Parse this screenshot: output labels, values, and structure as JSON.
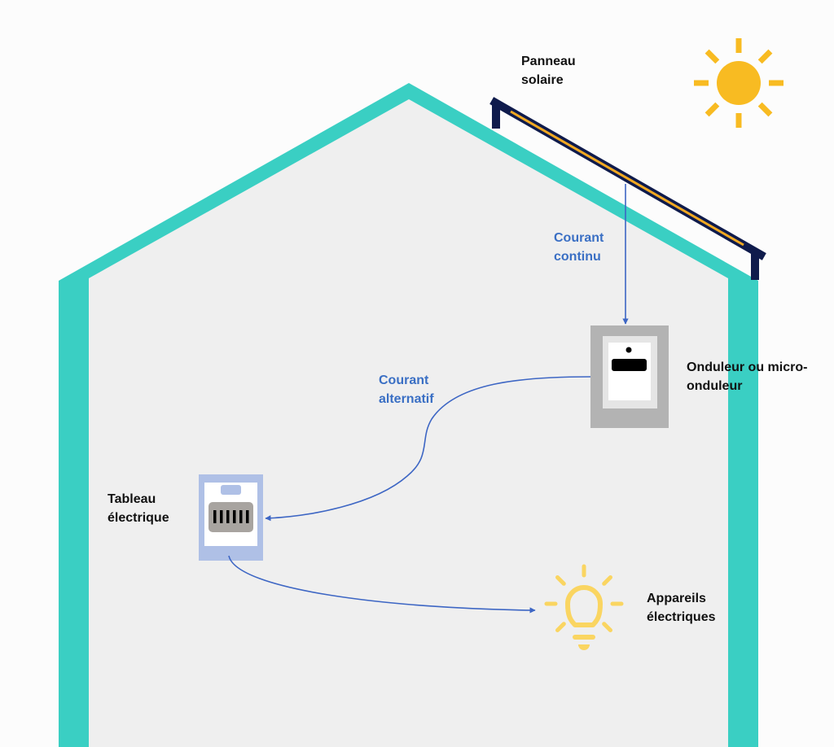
{
  "colors": {
    "background": "#fcfcfc",
    "house_fill": "#efefef",
    "house_outline": "#3acfc3",
    "sun": "#f8bb22",
    "bulb": "#fad561",
    "panel_frame": "#0f1b4c",
    "panel_cell": "#f0a822",
    "arrow": "#3d66c4",
    "text_dark": "#111111",
    "text_blue": "#3a6fc4",
    "inverter_outer": "#b3b3b3",
    "inverter_inner": "#e5e5e5",
    "board_frame": "#afc0e6",
    "breaker_box": "#a8a4a0"
  },
  "labels": {
    "solar_panel": [
      "Panneau",
      "solaire"
    ],
    "direct_current": [
      "Courant",
      "continu"
    ],
    "inverter": [
      "Onduleur ou micro-",
      "onduleur"
    ],
    "alternating_current": [
      "Courant",
      "alternatif"
    ],
    "electrical_panel": [
      "Tableau",
      "électrique"
    ],
    "appliances": [
      "Appareils",
      "électriques"
    ]
  },
  "icons": {
    "sun": "sun-icon",
    "solar_panel": "solar-panel-icon",
    "inverter": "inverter-icon",
    "electrical_panel": "electrical-panel-icon",
    "appliance": "lightbulb-icon"
  },
  "electrical_panel": {
    "breaker_count": 6
  }
}
